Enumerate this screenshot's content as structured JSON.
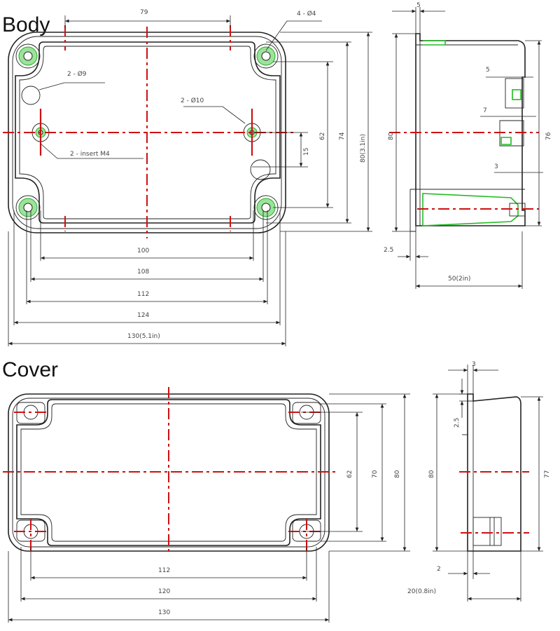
{
  "body": {
    "title": "Body",
    "top_view": {
      "dim_79": "79",
      "holes_4x4": "4 - Ø4",
      "holes_2x9": "2 - Ø9",
      "holes_2x10": "2 - Ø10",
      "insert_m4": "2 - insert  M4",
      "dim_15": "15",
      "dim_62": "62",
      "dim_74": "74",
      "dim_80": "80(3.1in)",
      "dim_100": "100",
      "dim_108": "108",
      "dim_112": "112",
      "dim_124": "124",
      "dim_130": "130(5.1in)"
    },
    "side_view": {
      "dim_5_top": "5",
      "dim_5_clip": "5",
      "dim_7": "7",
      "dim_3": "3",
      "dim_80": "80",
      "dim_76": "76",
      "dim_2_5": "2.5",
      "dim_50": "50(2in)"
    }
  },
  "cover": {
    "title": "Cover",
    "top_view": {
      "dim_62": "62",
      "dim_70": "70",
      "dim_80": "80",
      "dim_112": "112",
      "dim_120": "120",
      "dim_130": "130"
    },
    "side_view": {
      "dim_3": "3",
      "dim_2_5": "2.5",
      "dim_80": "80",
      "dim_77": "77",
      "dim_2": "2",
      "dim_20": "20(0.8in)"
    }
  },
  "colors": {
    "centerline": "#cc1111",
    "insert_green": "#22bb22",
    "outline": "#222222"
  }
}
